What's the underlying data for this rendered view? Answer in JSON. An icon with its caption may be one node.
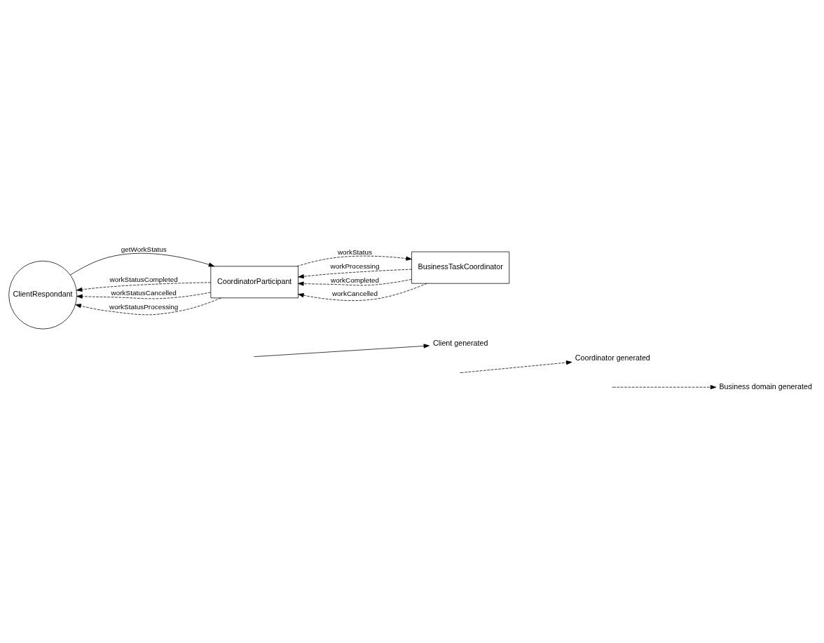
{
  "diagram": {
    "nodes": [
      {
        "text": [
          "ClientRespondant"
        ]
      },
      {
        "text": [
          "CoordinatorParticipant"
        ]
      },
      {
        "text": [
          "BusinessTaskCoordinator"
        ]
      }
    ],
    "edges": [
      {
        "from": 0,
        "to": 1,
        "arrow": "to",
        "label": "getWorkStatus"
      },
      {
        "from": 1,
        "to": 0,
        "arrow": "to",
        "label": "workStatusCompleted",
        "style": "dashed"
      },
      {
        "from": 1,
        "to": 0,
        "arrow": "to",
        "label": "workStatusCancelled",
        "style": "dashed"
      },
      {
        "from": 1,
        "to": 0,
        "arrow": "to",
        "label": "workStatusProcessing",
        "style": "dashed"
      },
      {
        "from": 2,
        "to": 1,
        "arrow": "to",
        "label": "workProcessing",
        "style": "dashed"
      },
      {
        "from": 1,
        "to": 2,
        "arrow": "to",
        "label": "workStatus",
        "style": "dashed"
      },
      {
        "from": 2,
        "to": 1,
        "arrow": "to",
        "label": "workCompleted",
        "style": "dashed"
      },
      {
        "from": 2,
        "to": 1,
        "arrow": "to",
        "label": "workCancelled",
        "style": "dashed"
      }
    ],
    "legend": [
      {
        "text": "Client generated"
      },
      {
        "text": "Coordinator generated"
      },
      {
        "text": "Business domain generated"
      }
    ]
  }
}
